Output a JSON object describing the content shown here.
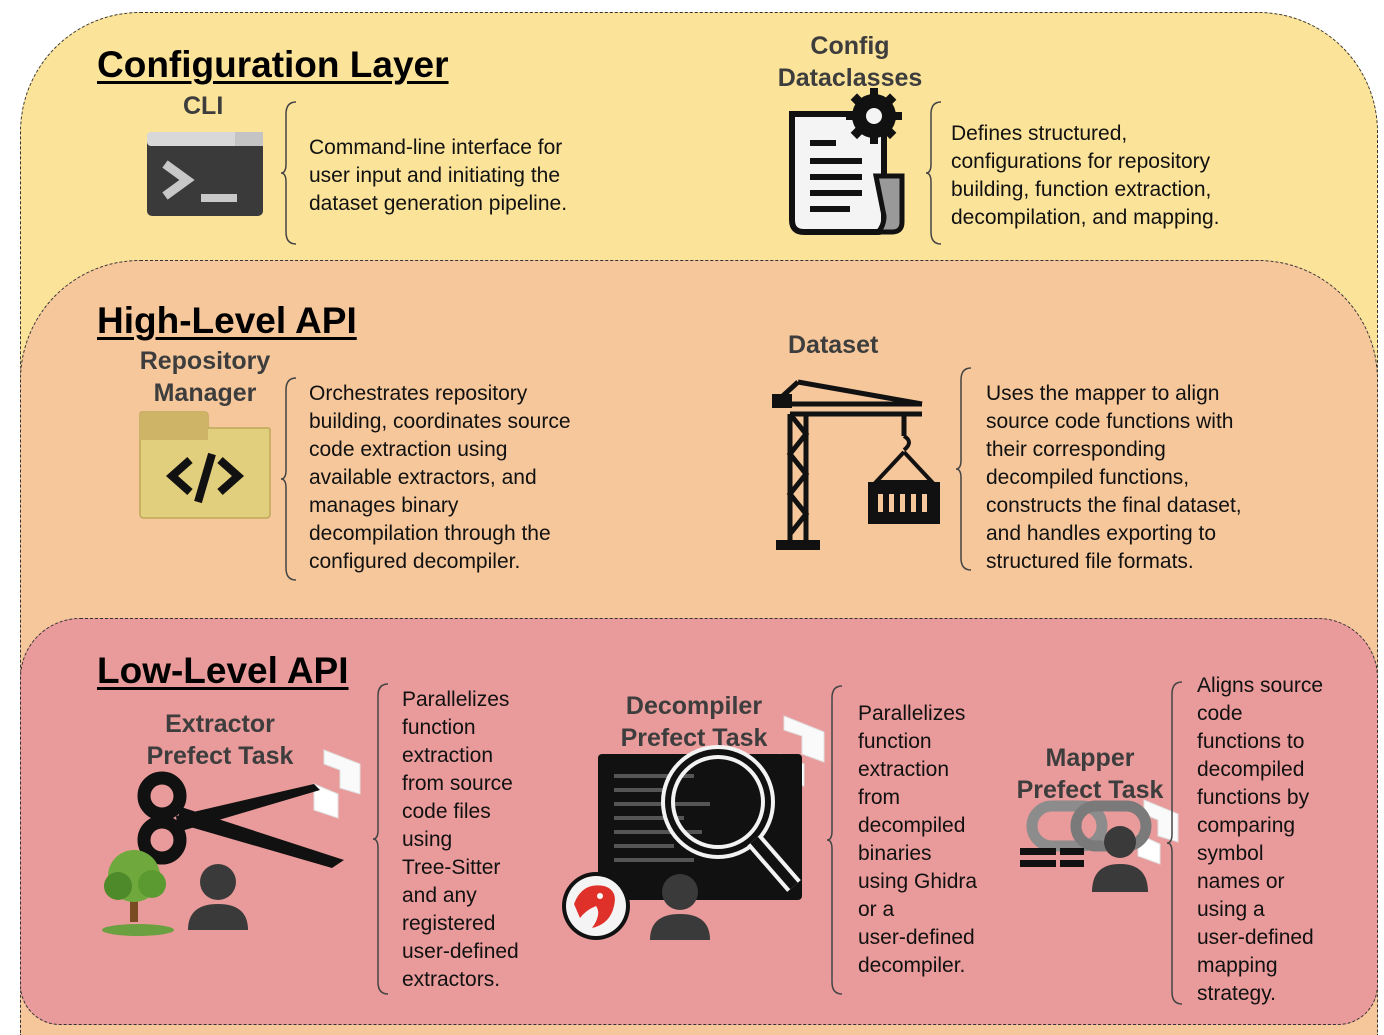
{
  "layers": {
    "configuration": {
      "title": "Configuration Layer",
      "cli": {
        "label": "CLI",
        "description": [
          "Command-line interface for",
          "user input and initiating the",
          "dataset generation pipeline."
        ]
      },
      "config_dataclasses": {
        "label": [
          "Config",
          "Dataclasses"
        ],
        "description": [
          "Defines structured,",
          "configurations for repository",
          "building, function extraction,",
          "decompilation, and mapping."
        ]
      }
    },
    "high_level": {
      "title": "High-Level API",
      "repository_manager": {
        "label": [
          "Repository",
          "Manager"
        ],
        "description": [
          "Orchestrates repository",
          "building, coordinates source",
          "code extraction using",
          "available extractors, and",
          "manages binary",
          "decompilation through the",
          "configured decompiler."
        ]
      },
      "dataset": {
        "label": "Dataset",
        "description": [
          "Uses the mapper to align",
          "source code functions with",
          "their corresponding",
          "decompiled functions,",
          "constructs the final dataset,",
          "and handles exporting to",
          "structured file formats."
        ]
      }
    },
    "low_level": {
      "title": "Low-Level API",
      "extractor": {
        "label": [
          "Extractor",
          "Prefect Task"
        ],
        "description": [
          "Parallelizes",
          "function",
          "extraction",
          "from source",
          "code files",
          "using",
          "Tree-Sitter",
          "and any",
          "registered",
          "user-defined",
          "extractors."
        ]
      },
      "decompiler": {
        "label": [
          "Decompiler",
          "Prefect Task"
        ],
        "description": [
          "Parallelizes",
          "function",
          "extraction",
          "from",
          "decompiled",
          "binaries",
          "using Ghidra",
          "or a",
          "user-defined",
          "decompiler."
        ]
      },
      "mapper": {
        "label": [
          "Mapper",
          "Prefect Task"
        ],
        "description": [
          "Aligns source",
          "code",
          "functions to",
          "decompiled",
          "functions by",
          "comparing",
          "symbol",
          "names or",
          "using a",
          "user-defined",
          "mapping",
          "strategy."
        ]
      }
    }
  },
  "icons": {
    "cli": "terminal-icon",
    "config": "config-document-gear-icon",
    "repo": "code-folder-icon",
    "dataset": "crane-container-icon",
    "extractor": "scissors-tree-user-icon",
    "decompiler": "monitor-magnifier-ghidra-icon",
    "mapper": "chain-link-user-icon",
    "prefect": "prefect-logo-icon"
  },
  "colors": {
    "config_layer": "#fbe39a",
    "high_level_layer": "#f5c79b",
    "low_level_layer": "#e99a9a",
    "label_text": "#3d3d3d"
  }
}
